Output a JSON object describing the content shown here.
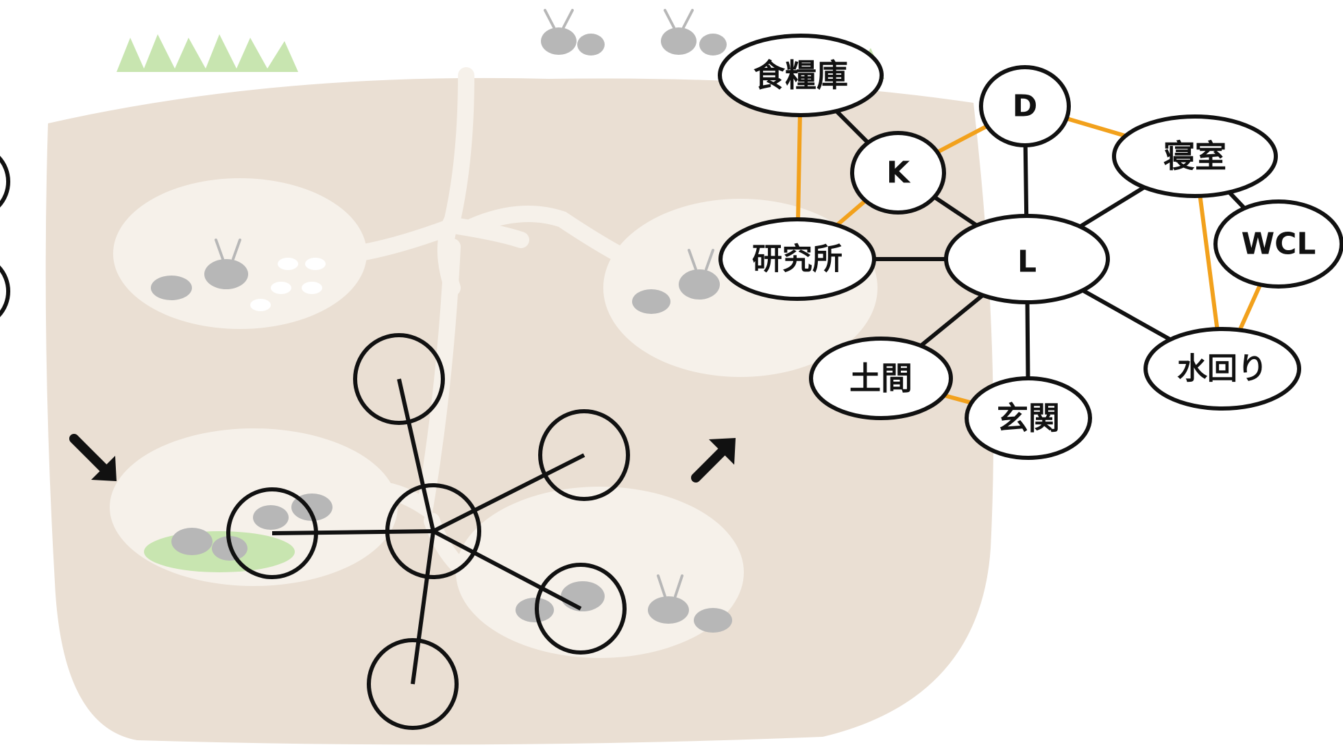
{
  "colors": {
    "background": "#ffffff",
    "soil": "#eadfd3",
    "soil_dark": "#e2d4c5",
    "chamber": "#f6f1ea",
    "grass": "#c8e5b0",
    "ant": "#b7b7b7",
    "line_primary": "#111111",
    "line_secondary": "#f2a11c",
    "node_fill": "#ffffff",
    "node_stroke": "#111111"
  },
  "nodes": {
    "pantry": "食糧庫",
    "k": "K",
    "d": "D",
    "bedroom": "寝室",
    "lab": "研究所",
    "l": "L",
    "wcl": "WCL",
    "doma": "土間",
    "water": "水回り",
    "entrance": "玄関"
  },
  "edges_primary": [
    [
      "pantry",
      "k"
    ],
    [
      "k",
      "l"
    ],
    [
      "lab",
      "l"
    ],
    [
      "d",
      "l"
    ],
    [
      "l",
      "bedroom"
    ],
    [
      "l",
      "doma"
    ],
    [
      "l",
      "entrance"
    ],
    [
      "l",
      "water"
    ],
    [
      "bedroom",
      "wcl"
    ]
  ],
  "edges_secondary": [
    [
      "k",
      "d"
    ],
    [
      "d",
      "bedroom"
    ],
    [
      "pantry",
      "lab"
    ],
    [
      "k",
      "lab"
    ],
    [
      "bedroom",
      "water"
    ],
    [
      "wcl",
      "water"
    ],
    [
      "doma",
      "entrance"
    ]
  ],
  "arrows": {
    "left": "down-right-arrow-icon",
    "right": "up-right-arrow-icon"
  }
}
